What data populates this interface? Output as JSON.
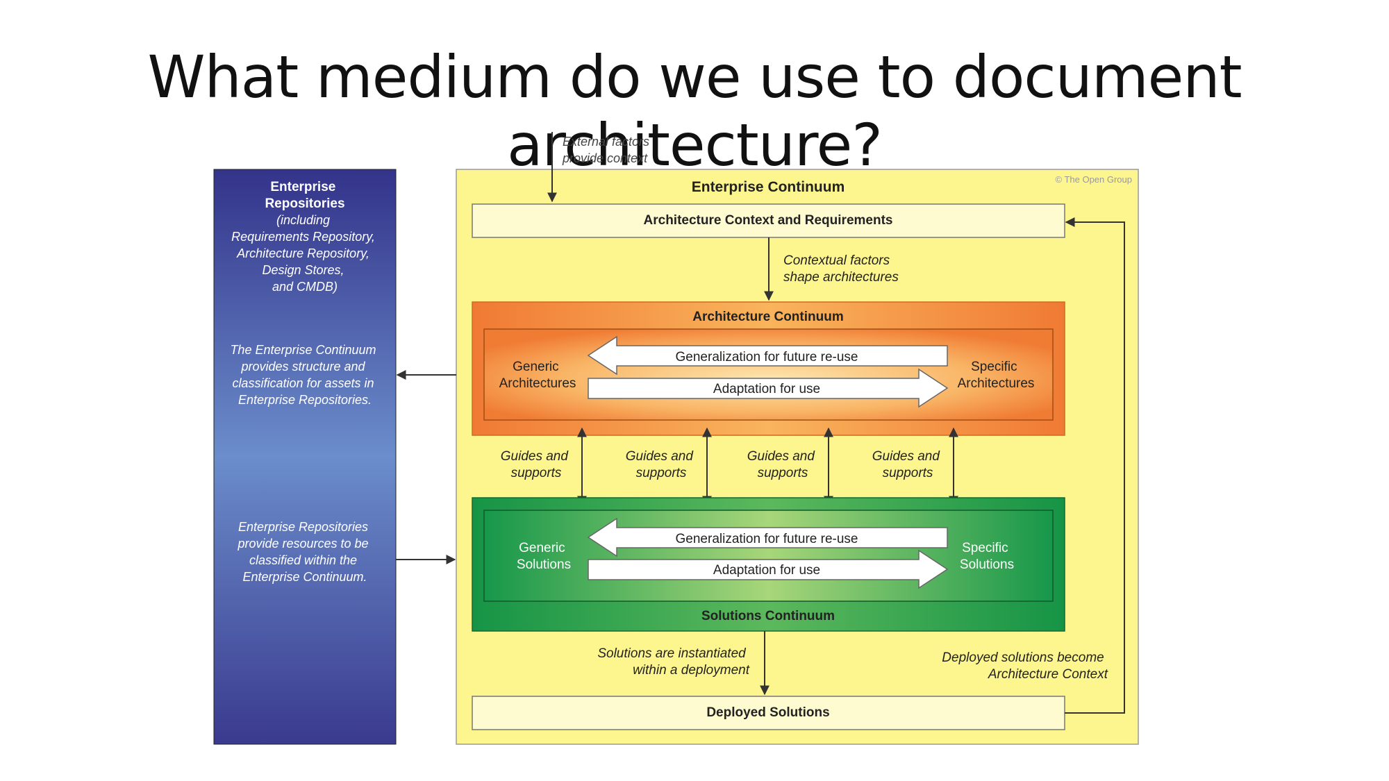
{
  "slide": {
    "title": "What medium do we use to document architecture?"
  },
  "diagram": {
    "external_factors": [
      "External factors",
      "provide context"
    ],
    "copyright": "© The Open Group",
    "repositories": {
      "title": [
        "Enterprise",
        "Repositories"
      ],
      "subtitle": [
        "(including",
        "Requirements Repository,",
        "Architecture Repository,",
        "Design Stores,",
        "and CMDB)"
      ],
      "note_structure": [
        "The Enterprise Continuum",
        "provides structure and",
        "classification for assets in",
        "Enterprise Repositories."
      ],
      "note_resources": [
        "Enterprise Repositories",
        "provide resources to be",
        "classified within the",
        "Enterprise Continuum."
      ]
    },
    "enterprise_continuum": {
      "title": "Enterprise Continuum",
      "context_box": "Architecture Context and Requirements",
      "contextual_factors": [
        "Contextual factors",
        "shape architectures"
      ],
      "architecture_continuum": {
        "title": "Architecture Continuum",
        "generic": [
          "Generic",
          "Architectures"
        ],
        "specific": [
          "Specific",
          "Architectures"
        ],
        "generalization": "Generalization for future re-use",
        "adaptation": "Adaptation for use"
      },
      "guides": [
        [
          "Guides and",
          "supports"
        ],
        [
          "Guides and",
          "supports"
        ],
        [
          "Guides and",
          "supports"
        ],
        [
          "Guides and",
          "supports"
        ]
      ],
      "solutions_continuum": {
        "title": "Solutions Continuum",
        "generic": [
          "Generic",
          "Solutions"
        ],
        "specific": [
          "Specific",
          "Solutions"
        ],
        "generalization": "Generalization for future re-use",
        "adaptation": "Adaptation for use"
      },
      "instantiated": [
        "Solutions are instantiated",
        "within a deployment"
      ],
      "deployed_become": [
        "Deployed solutions become",
        "Architecture Context"
      ],
      "deployed_box": "Deployed Solutions"
    },
    "colors": {
      "repo_top": "#34348a",
      "repo_mid": "#6a8ac8",
      "yellow_panel": "#fdf68e",
      "orange": "#f08a3a",
      "green": "#1a9a4a",
      "line": "#333333"
    }
  }
}
